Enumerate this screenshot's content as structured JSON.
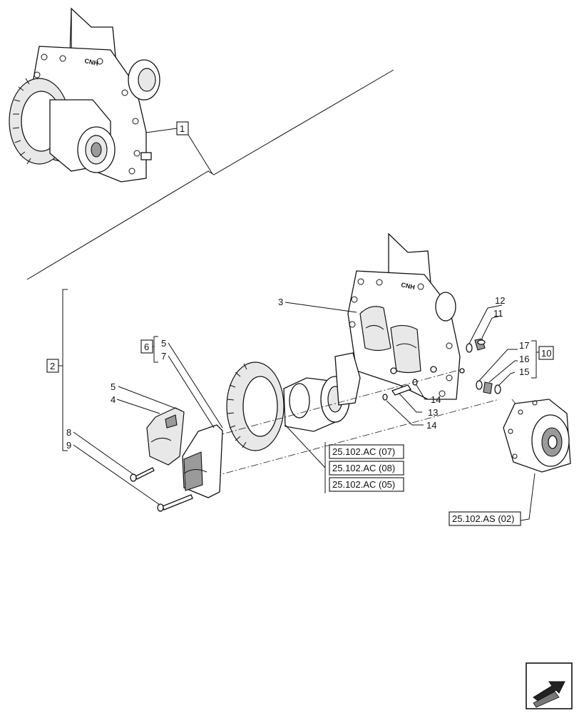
{
  "callouts": {
    "n1": "1",
    "n2": "2",
    "n3": "3",
    "n4": "4",
    "n5a": "5",
    "n5b": "5",
    "n6": "6",
    "n7": "7",
    "n8": "8",
    "n9": "9",
    "n10": "10",
    "n11": "11",
    "n12": "12",
    "n13": "13",
    "n14a": "14",
    "n14b": "14",
    "n15": "15",
    "n16": "16",
    "n17": "17"
  },
  "references": {
    "ac07": "25.102.AC (07)",
    "ac08": "25.102.AC (08)",
    "ac05": "25.102.AC (05)",
    "as02": "25.102.AS (02)"
  },
  "housing_logo": "CNH",
  "icons": {
    "nav": "arrow-navigation-icon"
  }
}
